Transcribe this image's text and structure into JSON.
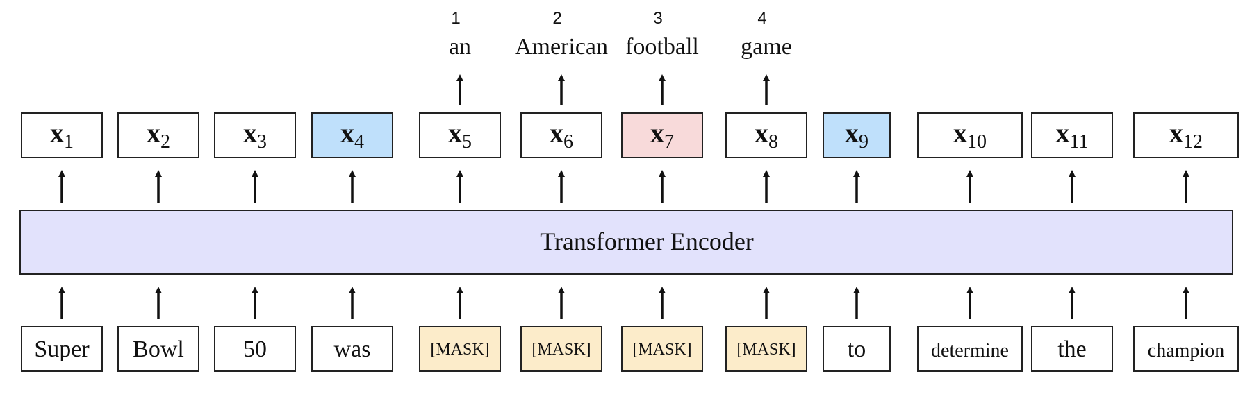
{
  "encoder": {
    "label": "Transformer Encoder",
    "fill": "#e2e2fc"
  },
  "colors": {
    "plain": "#ffffff",
    "mask": "#fcecca",
    "highlight_blue": "#bfe0fb",
    "highlight_red": "#f8dada",
    "stroke": "#222222"
  },
  "tokens": [
    {
      "text": "Super",
      "type": "plain",
      "out_sym": "x",
      "out_sub": "1",
      "out_type": "plain"
    },
    {
      "text": "Bowl",
      "type": "plain",
      "out_sym": "x",
      "out_sub": "2",
      "out_type": "plain"
    },
    {
      "text": "50",
      "type": "plain",
      "out_sym": "x",
      "out_sub": "3",
      "out_type": "plain"
    },
    {
      "text": "was",
      "type": "plain",
      "out_sym": "x",
      "out_sub": "4",
      "out_type": "highlight_blue"
    },
    {
      "text": "[MASK]",
      "type": "mask",
      "out_sym": "x",
      "out_sub": "5",
      "out_type": "plain",
      "pred_index": "1",
      "pred_word": "an"
    },
    {
      "text": "[MASK]",
      "type": "mask",
      "out_sym": "x",
      "out_sub": "6",
      "out_type": "plain",
      "pred_index": "2",
      "pred_word": "American"
    },
    {
      "text": "[MASK]",
      "type": "mask",
      "out_sym": "x",
      "out_sub": "7",
      "out_type": "highlight_red",
      "pred_index": "3",
      "pred_word": "football"
    },
    {
      "text": "[MASK]",
      "type": "mask",
      "out_sym": "x",
      "out_sub": "8",
      "out_type": "plain",
      "pred_index": "4",
      "pred_word": "game"
    },
    {
      "text": "to",
      "type": "plain",
      "out_sym": "x",
      "out_sub": "9",
      "out_type": "highlight_blue"
    },
    {
      "text": "determine",
      "type": "plain",
      "out_sym": "x",
      "out_sub": "10",
      "out_type": "plain"
    },
    {
      "text": "the",
      "type": "plain",
      "out_sym": "x",
      "out_sub": "11",
      "out_type": "plain"
    },
    {
      "text": "champion",
      "type": "plain",
      "out_sym": "x",
      "out_sub": "12",
      "out_type": "plain"
    }
  ]
}
